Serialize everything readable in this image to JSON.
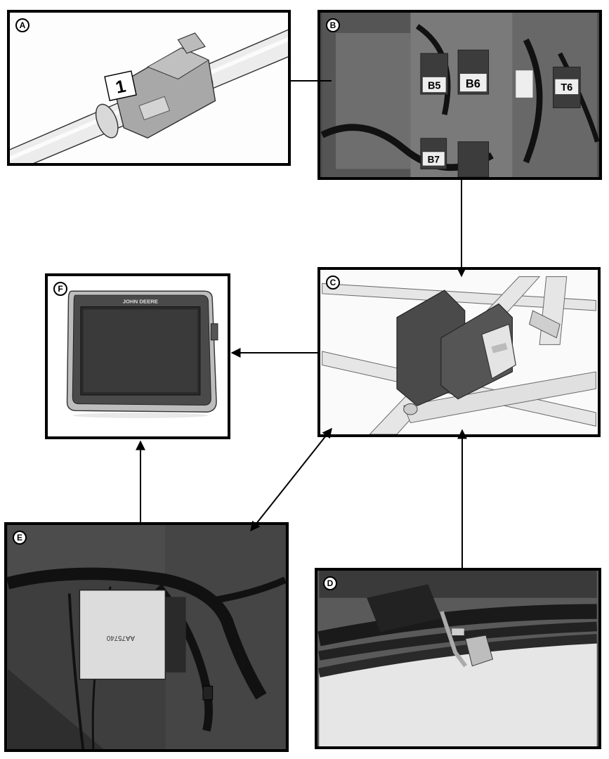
{
  "callouts": {
    "a": "A",
    "b": "B",
    "c": "C",
    "d": "D",
    "e": "E",
    "f": "F"
  },
  "sensor_label": "1",
  "module_labels": {
    "b5": "B5",
    "b6": "B6",
    "b7": "B7",
    "t6": "T6"
  },
  "display_brand": "JOHN DEERE",
  "controller_label": "AA75740",
  "colors": {
    "frame": "#000000",
    "arrow": "#000000",
    "background": "#ffffff",
    "tube": "#e8e8e8",
    "bracket": "#4a4a4a"
  }
}
